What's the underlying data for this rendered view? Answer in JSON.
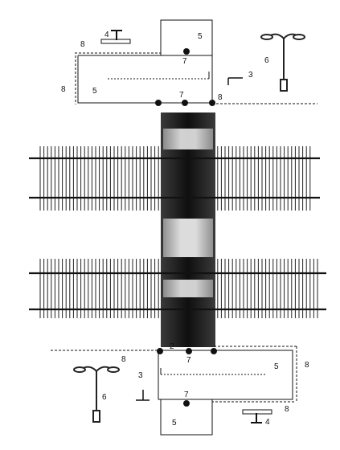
{
  "labels": {
    "top_lamp_number": "6",
    "top_sign_number": "3",
    "top_bench_number": "4",
    "top_box_number": "5",
    "top_platform_number": "5",
    "top_left_edge_number": "8",
    "top_upper_edge_number": "8",
    "top_right_edge_number": "8",
    "top_point_inner_number": "7",
    "top_point_lower_number": "7",
    "bottom_lamp_number": "6",
    "bottom_sign_number": "3",
    "bottom_bench_number": "4",
    "bottom_box_number": "5",
    "bottom_platform_number": "5",
    "bottom_left_edge_number": "8",
    "bottom_right_edge_number": "8",
    "bottom_lower_edge_number": "8",
    "bottom_point_inner_number": "7",
    "bottom_point_lower_number": "7",
    "crossing_point_number": "2"
  },
  "colors": {
    "line": "#111111",
    "crossing_dark": "#1a1a1a",
    "crossing_light": "#f0f0f0",
    "lamp": "#222222"
  },
  "icons": [
    "lamp-post-icon",
    "bench-icon",
    "sign-icon"
  ]
}
